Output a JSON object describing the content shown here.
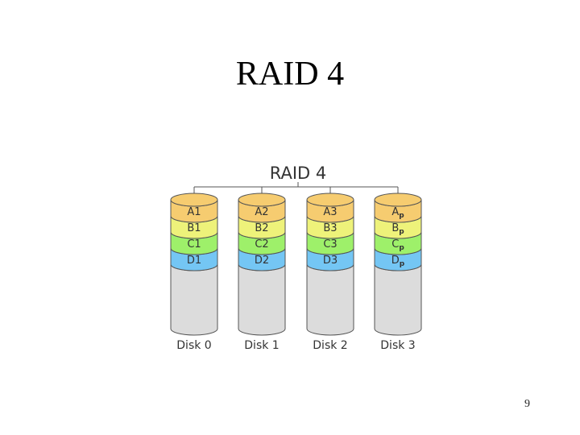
{
  "slide": {
    "title": "RAID 4",
    "page_number": "9"
  },
  "diagram": {
    "title": "RAID 4",
    "colors": {
      "row_a": "#f6cc70",
      "row_b": "#eef27a",
      "row_c": "#9ef06a",
      "row_d": "#74c6f4",
      "disk_body": "#dcdcdc",
      "stroke": "#555555"
    },
    "disks": [
      {
        "name": "Disk 0",
        "blocks": [
          {
            "main": "A1",
            "sub": ""
          },
          {
            "main": "B1",
            "sub": ""
          },
          {
            "main": "C1",
            "sub": ""
          },
          {
            "main": "D1",
            "sub": ""
          }
        ]
      },
      {
        "name": "Disk 1",
        "blocks": [
          {
            "main": "A2",
            "sub": ""
          },
          {
            "main": "B2",
            "sub": ""
          },
          {
            "main": "C2",
            "sub": ""
          },
          {
            "main": "D2",
            "sub": ""
          }
        ]
      },
      {
        "name": "Disk 2",
        "blocks": [
          {
            "main": "A3",
            "sub": ""
          },
          {
            "main": "B3",
            "sub": ""
          },
          {
            "main": "C3",
            "sub": ""
          },
          {
            "main": "D3",
            "sub": ""
          }
        ]
      },
      {
        "name": "Disk 3",
        "blocks": [
          {
            "main": "A",
            "sub": "p"
          },
          {
            "main": "B",
            "sub": "p"
          },
          {
            "main": "C",
            "sub": "p"
          },
          {
            "main": "D",
            "sub": "p"
          }
        ]
      }
    ]
  }
}
